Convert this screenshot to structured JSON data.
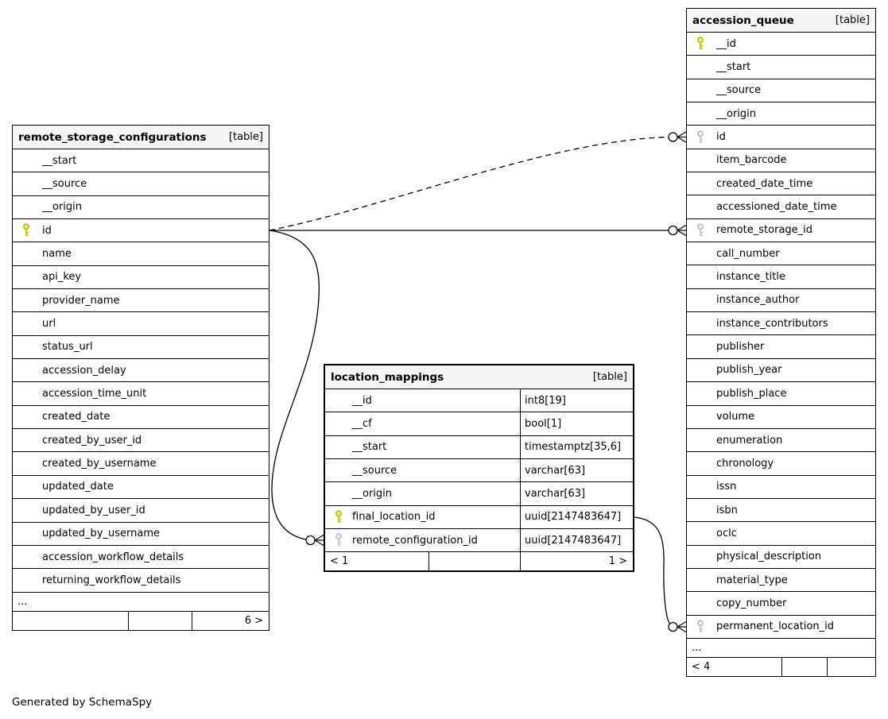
{
  "diagram": {
    "note": "Generated by SchemaSpy"
  },
  "colors": {
    "primary_key": "#c3cc00",
    "foreign_key": "#c9c9c9",
    "header_bg": "#f5f5f5",
    "border": "#000000"
  },
  "tables": [
    {
      "name": "remote_storage_configurations",
      "tag": "[table]",
      "columns": [
        {
          "name": "__start"
        },
        {
          "name": "__source"
        },
        {
          "name": "__origin"
        },
        {
          "name": "id",
          "key": "pk"
        },
        {
          "name": "name"
        },
        {
          "name": "api_key"
        },
        {
          "name": "provider_name"
        },
        {
          "name": "url"
        },
        {
          "name": "status_url"
        },
        {
          "name": "accession_delay"
        },
        {
          "name": "accession_time_unit"
        },
        {
          "name": "created_date"
        },
        {
          "name": "created_by_user_id"
        },
        {
          "name": "created_by_username"
        },
        {
          "name": "updated_date"
        },
        {
          "name": "updated_by_user_id"
        },
        {
          "name": "updated_by_username"
        },
        {
          "name": "accession_workflow_details"
        },
        {
          "name": "returning_workflow_details"
        },
        {
          "name": "...",
          "ellipsis": true
        }
      ],
      "footer": [
        "",
        "",
        "6 >"
      ]
    },
    {
      "name": "location_mappings",
      "tag": "[table]",
      "columns": [
        {
          "name": "__id",
          "type": "int8[19]"
        },
        {
          "name": "__cf",
          "type": "bool[1]"
        },
        {
          "name": "__start",
          "type": "timestamptz[35,6]"
        },
        {
          "name": "__source",
          "type": "varchar[63]"
        },
        {
          "name": "__origin",
          "type": "varchar[63]"
        },
        {
          "name": "final_location_id",
          "key": "pk",
          "type": "uuid[2147483647]"
        },
        {
          "name": "remote_configuration_id",
          "key": "fk",
          "type": "uuid[2147483647]"
        }
      ],
      "footer": [
        "< 1",
        "",
        "1 >"
      ]
    },
    {
      "name": "accession_queue",
      "tag": "[table]",
      "columns": [
        {
          "name": "__id",
          "key": "pk"
        },
        {
          "name": "__start"
        },
        {
          "name": "__source"
        },
        {
          "name": "__origin"
        },
        {
          "name": "id",
          "key": "fk"
        },
        {
          "name": "item_barcode"
        },
        {
          "name": "created_date_time"
        },
        {
          "name": "accessioned_date_time"
        },
        {
          "name": "remote_storage_id",
          "key": "fk"
        },
        {
          "name": "call_number"
        },
        {
          "name": "instance_title"
        },
        {
          "name": "instance_author"
        },
        {
          "name": "instance_contributors"
        },
        {
          "name": "publisher"
        },
        {
          "name": "publish_year"
        },
        {
          "name": "publish_place"
        },
        {
          "name": "volume"
        },
        {
          "name": "enumeration"
        },
        {
          "name": "chronology"
        },
        {
          "name": "issn"
        },
        {
          "name": "isbn"
        },
        {
          "name": "oclc"
        },
        {
          "name": "physical_description"
        },
        {
          "name": "material_type"
        },
        {
          "name": "copy_number"
        },
        {
          "name": "permanent_location_id",
          "key": "fk"
        },
        {
          "name": "...",
          "ellipsis": true
        }
      ],
      "footer": [
        "< 4",
        "",
        ""
      ]
    }
  ],
  "relationships": [
    {
      "from": "remote_storage_configurations.id",
      "to": "accession_queue.id",
      "style": "dashed"
    },
    {
      "from": "remote_storage_configurations.id",
      "to": "accession_queue.remote_storage_id",
      "style": "solid"
    },
    {
      "from": "remote_storage_configurations.id",
      "to": "location_mappings.remote_configuration_id",
      "style": "solid"
    },
    {
      "from": "location_mappings.final_location_id",
      "to": "accession_queue.permanent_location_id",
      "style": "solid"
    }
  ]
}
